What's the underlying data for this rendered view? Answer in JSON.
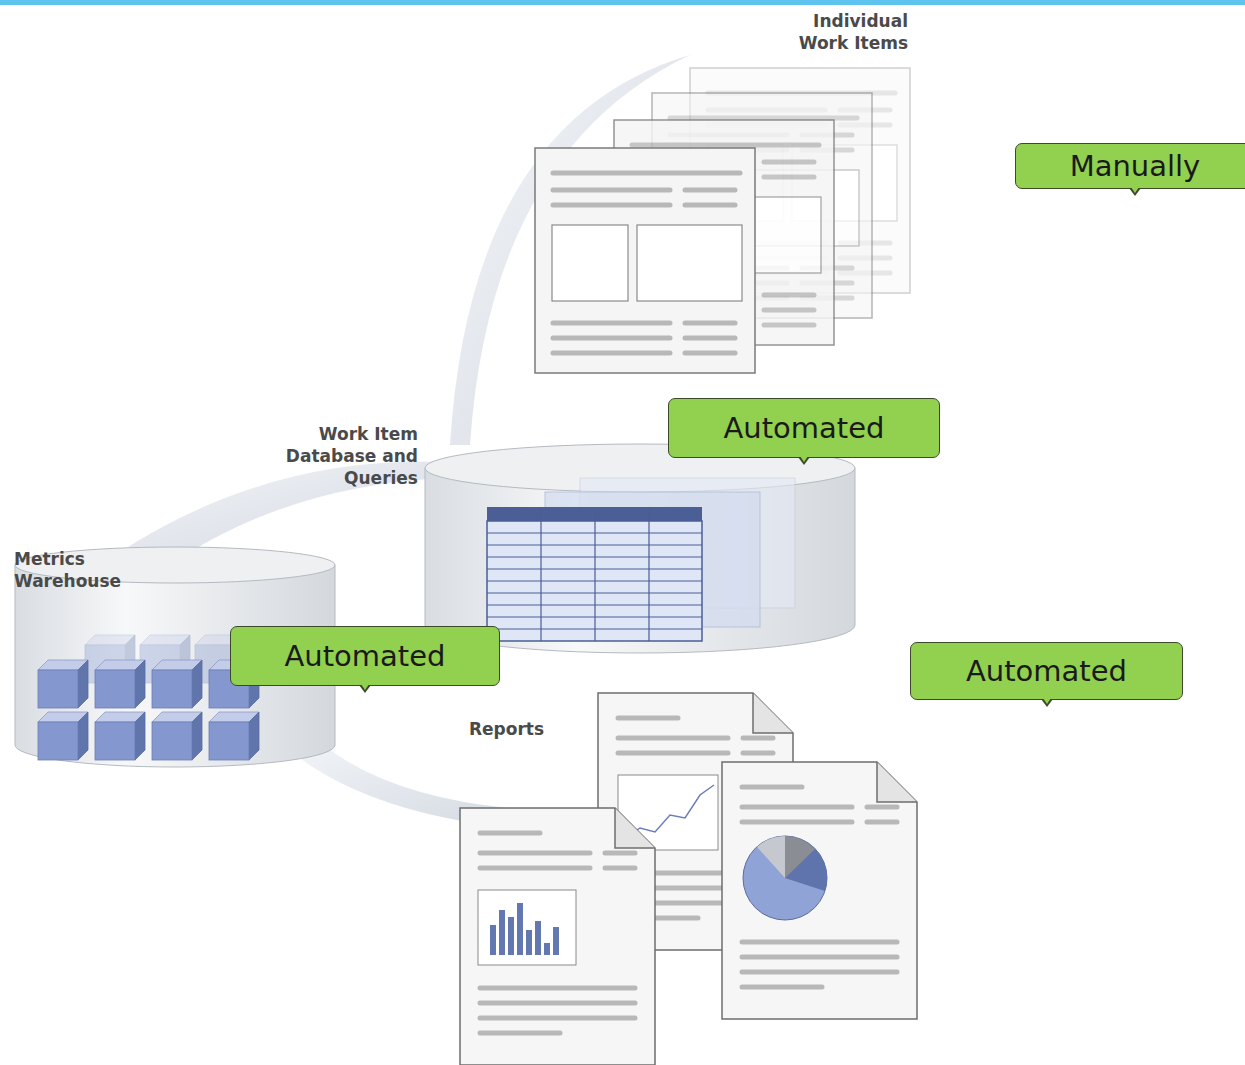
{
  "diagram": {
    "nodes": [
      {
        "text": [
          "Manually"
        ]
      },
      {
        "text": [
          "Automated"
        ]
      },
      {
        "text": [
          "Automated"
        ]
      },
      {
        "text": [
          "Automated"
        ]
      }
    ],
    "labels": [
      "Individual Work Items",
      "Work Item Database and Queries",
      "Metrics Warehouse",
      "Reports"
    ]
  }
}
